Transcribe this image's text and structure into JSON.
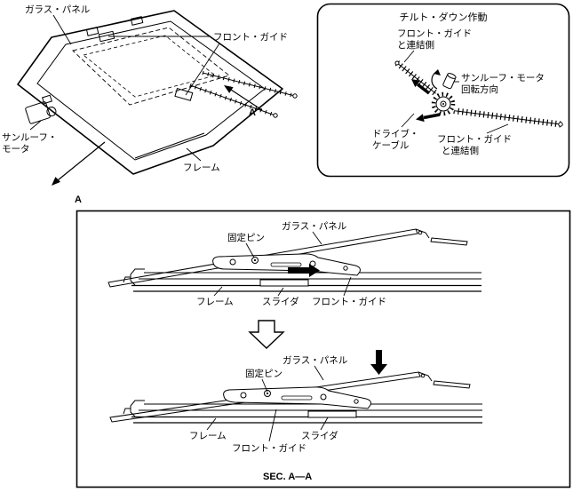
{
  "colors": {
    "ink": "#000000",
    "background": "#ffffff"
  },
  "overview": {
    "glass_panel": "ガラス・パネル",
    "front_guide": "フロント・ガイド",
    "sunroof_motor_line1": "サンルーフ・",
    "sunroof_motor_line2": "モータ",
    "frame": "フレーム",
    "section_mark_top": "A",
    "section_mark_bottom": "A"
  },
  "tilt_box": {
    "title": "チルト・ダウン作動",
    "front_guide_link_top_line1": "フロント・ガイド",
    "front_guide_link_top_line2": "と連結側",
    "motor_rotation_line1": "サンルーフ・モータ",
    "motor_rotation_line2": "回転方向",
    "drive_cable_line1": "ドライブ・",
    "drive_cable_line2": "ケーブル",
    "front_guide_link_bottom_line1": "フロント・ガイド",
    "front_guide_link_bottom_line2": "と連結側"
  },
  "section_view": {
    "upper": {
      "glass_panel": "ガラス・パネル",
      "fixing_pin": "固定ピン",
      "frame": "フレーム",
      "slider": "スライダ",
      "front_guide": "フロント・ガイド"
    },
    "lower": {
      "glass_panel": "ガラス・パネル",
      "fixing_pin": "固定ピン",
      "frame": "フレーム",
      "slider": "スライダ",
      "front_guide": "フロント・ガイド"
    },
    "caption": "SEC. A—A"
  }
}
